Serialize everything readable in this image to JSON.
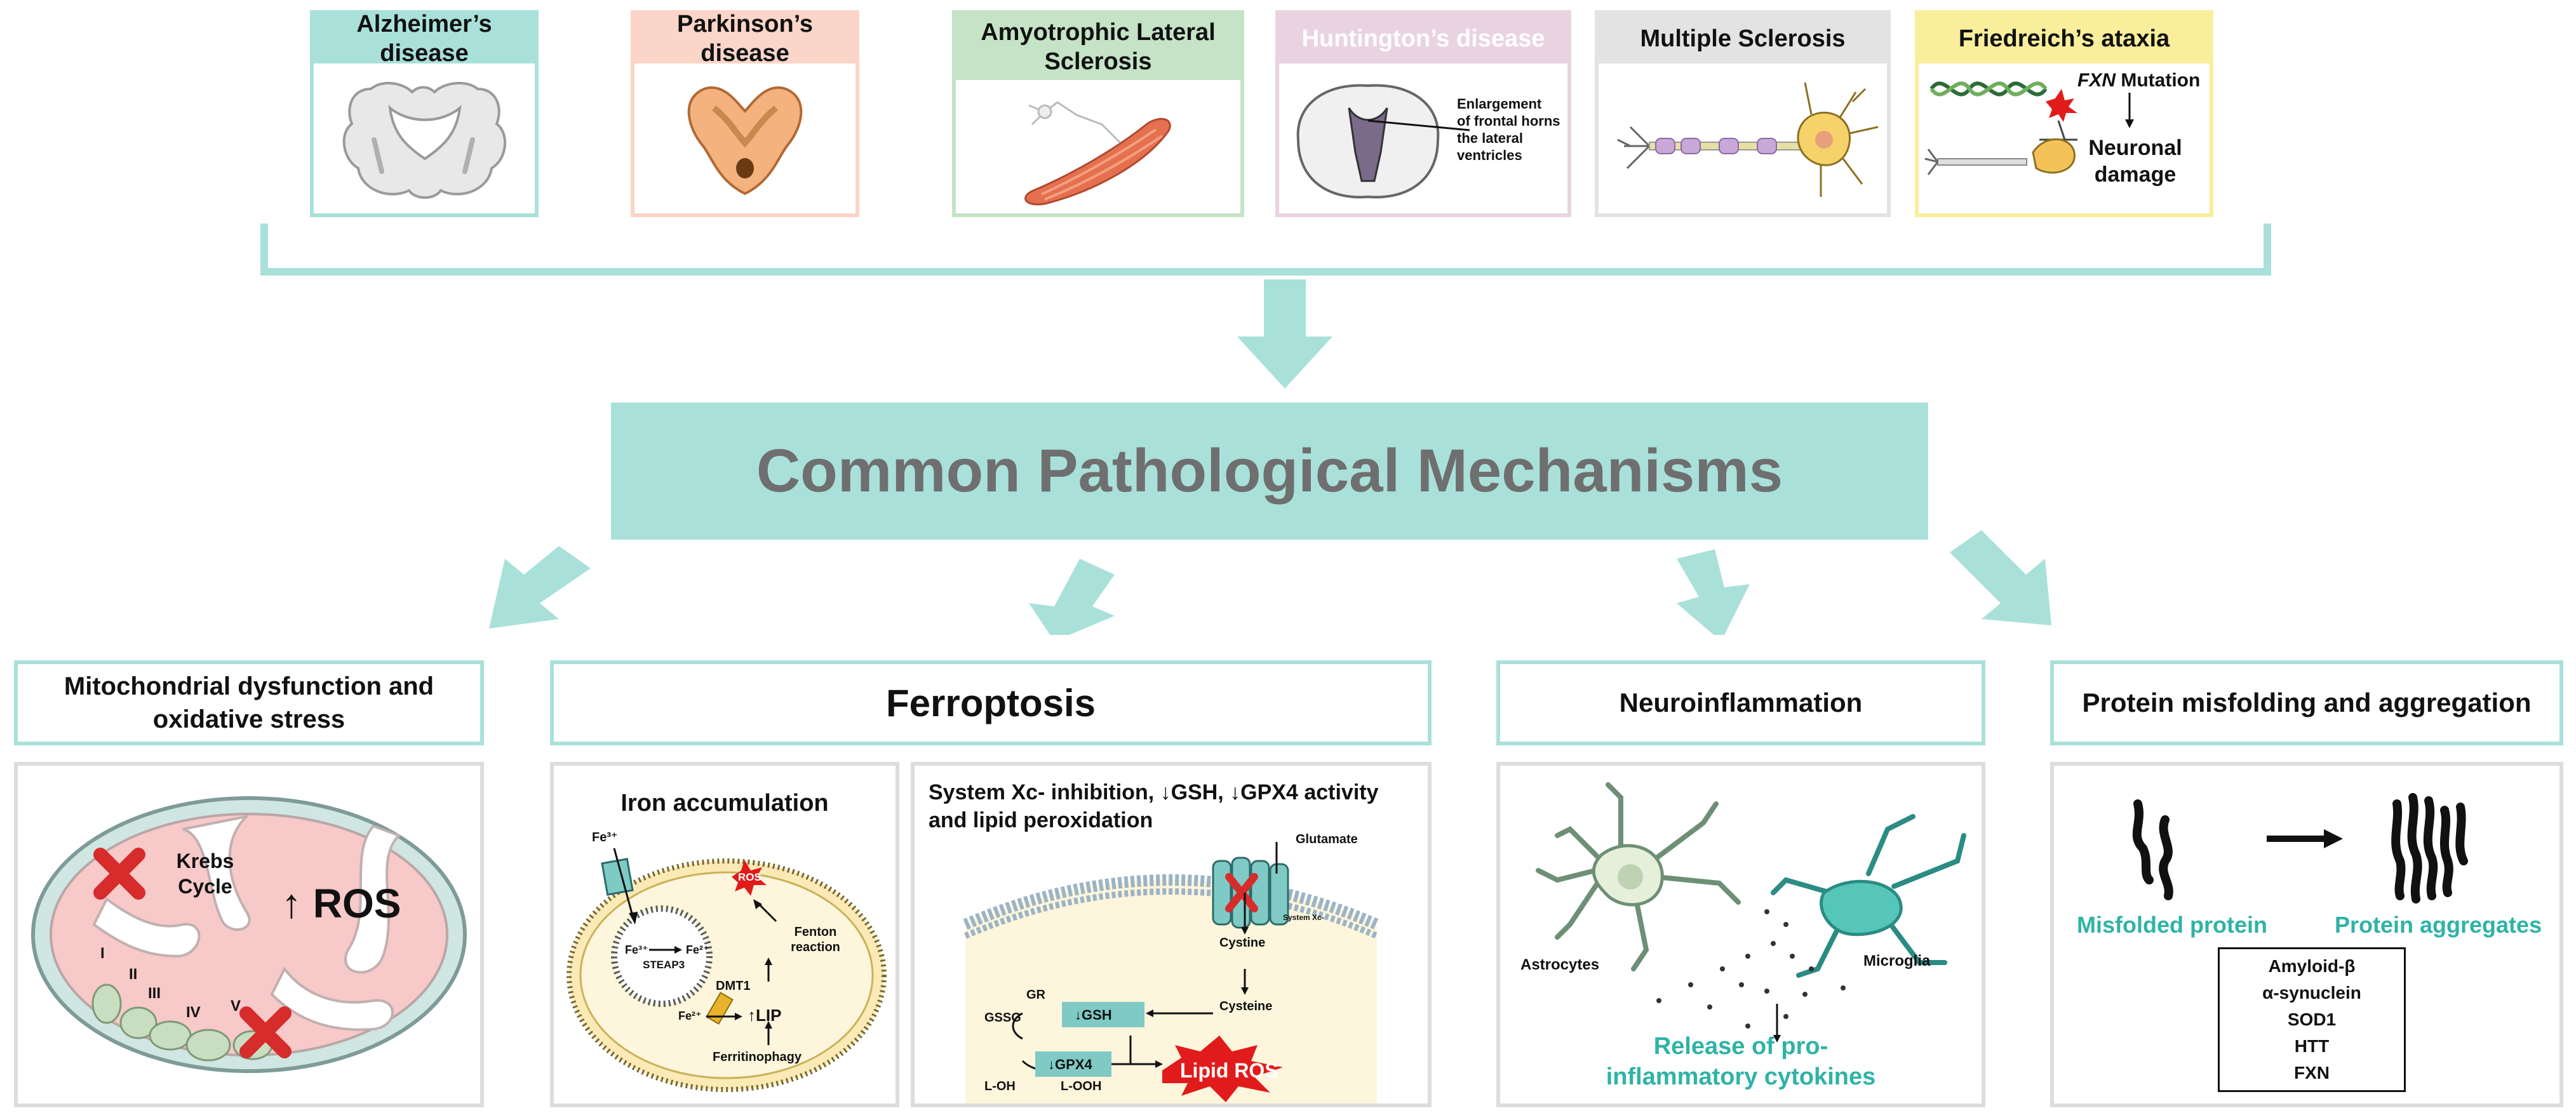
{
  "diseases": [
    {
      "name": "Alzheimer’s disease",
      "color": "#a9e1da"
    },
    {
      "name": "Parkinson’s disease",
      "color": "#fad5c8"
    },
    {
      "name": "Amyotrophic Lateral Sclerosis",
      "color": "#c5e3c6"
    },
    {
      "name": "Huntington’s disease",
      "color": "#ead3e0"
    },
    {
      "name": "Multiple Sclerosis",
      "color": "#e3e3e3"
    },
    {
      "name": "Friedreich’s ataxia",
      "color": "#f9ee9b"
    }
  ],
  "huntington_note": [
    "Enlargement",
    "of frontal horns",
    "the lateral",
    "ventricles"
  ],
  "friedreich": {
    "gene": "FXN",
    "mutation": "Mutation",
    "damage": [
      "Neuronal",
      "damage"
    ]
  },
  "central_title": "Common Pathological Mechanisms",
  "mechanisms": {
    "mito": {
      "title": "Mitochondrial dysfunction and oxidative stress",
      "krebs": [
        "Krebs",
        "Cycle"
      ],
      "ros": "↑ ROS",
      "complexes": [
        "I",
        "II",
        "III",
        "IV",
        "V"
      ]
    },
    "ferroptosis": {
      "title": "Ferroptosis",
      "iron": {
        "title": "Iron accumulation",
        "fe3": "Fe³⁺",
        "fe3_in": "Fe³⁺",
        "fe2": "Fe²⁺",
        "steap3": "STEAP3",
        "dmt1": "DMT1",
        "fe2_out": "Fe²⁺",
        "lip": "↑LIP",
        "ros": "ROS",
        "fenton": [
          "Fenton",
          "reaction"
        ],
        "ferritinophagy": "Ferritinophagy"
      },
      "xc": {
        "title_line1": "System Xc- inhibition, ↓GSH, ↓GPX4 activity",
        "title_line2": "and lipid peroxidation",
        "glutamate": "Glutamate",
        "system": "System Xc-",
        "cystine": "Cystine",
        "cysteine": "Cysteine",
        "gr": "GR",
        "gssg": "GSSG",
        "gsh": "↓GSH",
        "gpx4": "↓GPX4",
        "loh": "L-OH",
        "looh": "L-OOH",
        "lipid_ros": "Lipid ROS"
      }
    },
    "neuro": {
      "title": "Neuroinflammation",
      "astrocytes": "Astrocytes",
      "microglia": "Microglia",
      "release": [
        "Release of pro-",
        "inflammatory cytokines"
      ]
    },
    "protein": {
      "title": "Protein misfolding and aggregation",
      "misfolded": "Misfolded protein",
      "aggregates": "Protein aggregates",
      "list": [
        "Amyloid-β",
        "α-synuclein",
        "SOD1",
        "HTT",
        "FXN"
      ]
    }
  },
  "colors": {
    "teal": "#a9e1da",
    "teal_text": "#2fb3a6",
    "title_text": "#6f6f6f",
    "panel_border": "#dddddd",
    "x_red": "#d62c2c"
  }
}
